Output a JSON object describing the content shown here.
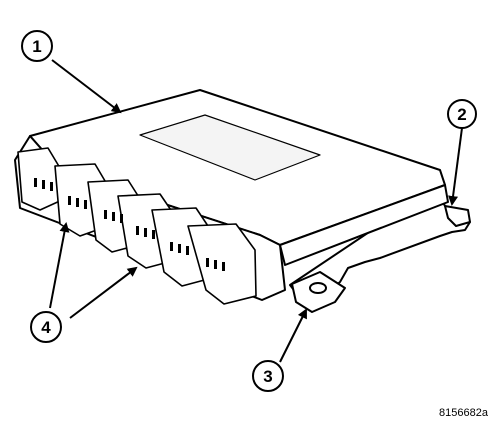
{
  "callouts": [
    {
      "number": "1"
    },
    {
      "number": "2"
    },
    {
      "number": "3"
    },
    {
      "number": "4"
    }
  ],
  "figure_id": "8156682a"
}
